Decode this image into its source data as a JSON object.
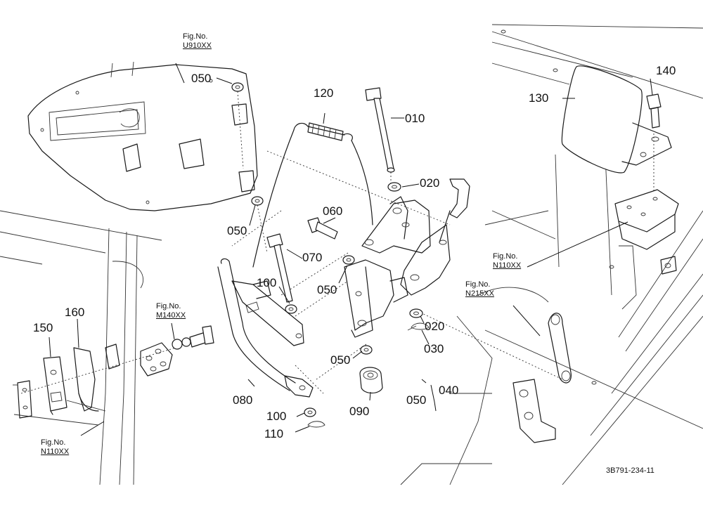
{
  "parts": [
    {
      "id": "p010",
      "label": "010"
    },
    {
      "id": "p020a",
      "label": "020"
    },
    {
      "id": "p020b",
      "label": "020"
    },
    {
      "id": "p030",
      "label": "030"
    },
    {
      "id": "p040",
      "label": "040"
    },
    {
      "id": "p050a",
      "label": "050"
    },
    {
      "id": "p050b",
      "label": "050"
    },
    {
      "id": "p050c",
      "label": "050"
    },
    {
      "id": "p050d",
      "label": "050"
    },
    {
      "id": "p050e",
      "label": "050"
    },
    {
      "id": "p060",
      "label": "060"
    },
    {
      "id": "p070",
      "label": "070"
    },
    {
      "id": "p080",
      "label": "080"
    },
    {
      "id": "p090",
      "label": "090"
    },
    {
      "id": "p100a",
      "label": "100"
    },
    {
      "id": "p100b",
      "label": "100"
    },
    {
      "id": "p110",
      "label": "110"
    },
    {
      "id": "p120",
      "label": "120"
    },
    {
      "id": "p130",
      "label": "130"
    },
    {
      "id": "p140",
      "label": "140"
    },
    {
      "id": "p150",
      "label": "150"
    },
    {
      "id": "p160",
      "label": "160"
    }
  ],
  "figure_refs": [
    {
      "id": "fU910",
      "prefix": "Fig.No.",
      "code": "U910XX"
    },
    {
      "id": "fM140",
      "prefix": "Fig.No.",
      "code": "M140XX"
    },
    {
      "id": "fN110a",
      "prefix": "Fig.No.",
      "code": "N110XX"
    },
    {
      "id": "fN215",
      "prefix": "Fig.No.",
      "code": "N215XX"
    },
    {
      "id": "fN110b",
      "prefix": "Fig.No.",
      "code": "N110XX"
    }
  ],
  "drawing_number": "3B791-234-11"
}
